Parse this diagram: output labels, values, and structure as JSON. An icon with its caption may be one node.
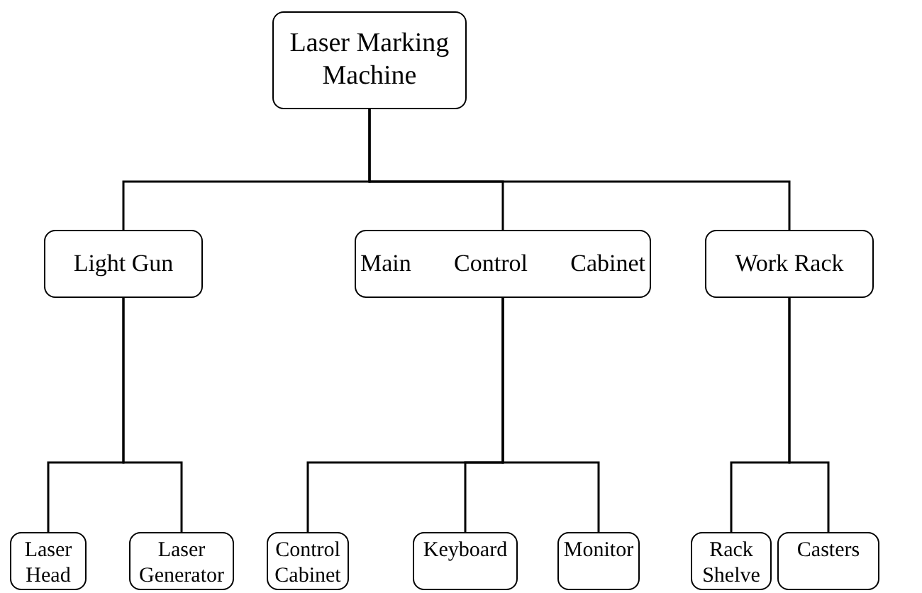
{
  "diagram": {
    "nodes": [
      {
        "text": [
          "Laser Marking Machine"
        ]
      },
      {
        "text": [
          "Light Gun"
        ]
      },
      {
        "text": [
          "Main Control Cabinet"
        ]
      },
      {
        "text": [
          "Work Rack"
        ]
      },
      {
        "text": [
          "Laser Head"
        ]
      },
      {
        "text": [
          "Laser Generator"
        ]
      },
      {
        "text": [
          "Control Cabinet"
        ]
      },
      {
        "text": [
          "Keyboard"
        ]
      },
      {
        "text": [
          "Monitor"
        ]
      },
      {
        "text": [
          "Rack Shelve"
        ]
      },
      {
        "text": [
          "Casters"
        ]
      }
    ],
    "edges": [
      {
        "from": 0,
        "to": 1,
        "arrow": "none"
      },
      {
        "from": 0,
        "to": 2,
        "arrow": "none"
      },
      {
        "from": 0,
        "to": 3,
        "arrow": "none"
      },
      {
        "from": 1,
        "to": 4,
        "arrow": "none"
      },
      {
        "from": 1,
        "to": 5,
        "arrow": "none"
      },
      {
        "from": 2,
        "to": 6,
        "arrow": "none"
      },
      {
        "from": 2,
        "to": 7,
        "arrow": "none"
      },
      {
        "from": 2,
        "to": 8,
        "arrow": "none"
      },
      {
        "from": 3,
        "to": 9,
        "arrow": "none"
      },
      {
        "from": 3,
        "to": 10,
        "arrow": "none"
      }
    ]
  }
}
